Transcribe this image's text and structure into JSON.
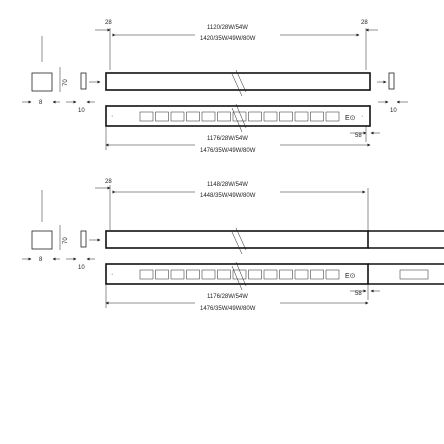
{
  "diagrams": [
    {
      "variant": "single",
      "top_left_dim": "28",
      "top_right_dim": "28",
      "length_top": [
        "1120/28W/54W",
        "1420/35W/49W/80W"
      ],
      "length_bottom": [
        "1176/28W/54W",
        "1476/35W/49W/80W"
      ],
      "height_dim": "70",
      "width_dim": "8",
      "gap_dim_left": "10",
      "gap_dim_right": "10",
      "end_dim": "58",
      "end_label": "E⊙"
    },
    {
      "variant": "continuous",
      "top_left_dim": "28",
      "length_top": [
        "1148/28W/54W",
        "1448/35W/49W/80W"
      ],
      "length_bottom": [
        "1176/28W/54W",
        "1476/35W/49W/80W"
      ],
      "height_dim": "70",
      "width_dim": "8",
      "gap_dim_left": "10",
      "end_dim": "58",
      "end_label": "E⊙"
    }
  ]
}
